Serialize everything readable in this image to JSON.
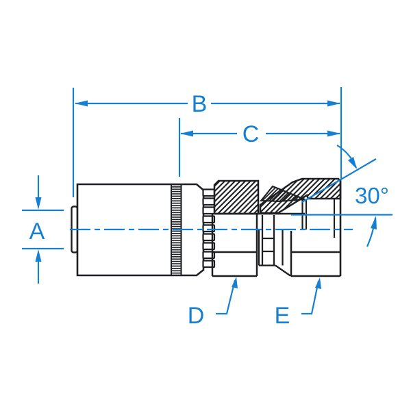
{
  "drawing": {
    "type": "technical-dimension-drawing",
    "subject": "crimped hose fitting with female swivel nut, half-section view",
    "colors": {
      "dimension_blue": "#1580d2",
      "outline_dark": "#1e1f22",
      "background": "#ffffff"
    },
    "dimensions": {
      "a": {
        "label": "A",
        "meaning": "vertical dimension at hose end"
      },
      "b": {
        "label": "B",
        "meaning": "overall length dimension"
      },
      "c": {
        "label": "C",
        "meaning": "length from shell band to nut end"
      },
      "d": {
        "label": "D",
        "meaning": "socket hex (leader callout)"
      },
      "e": {
        "label": "E",
        "meaning": "swivel nut hex (leader callout)"
      },
      "seat_angle": {
        "label": "30°",
        "meaning": "seat angle"
      }
    }
  }
}
